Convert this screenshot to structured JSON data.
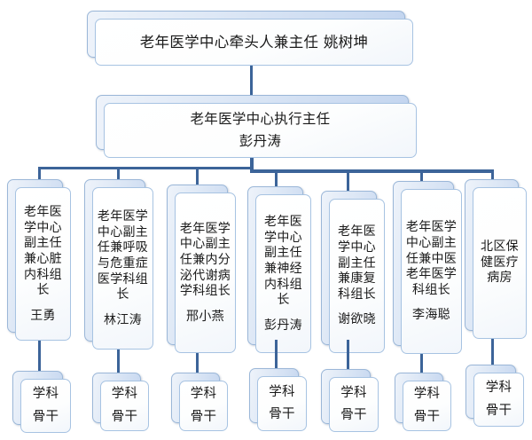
{
  "chart": {
    "kind": "organization-chart",
    "background_color": "#ffffff",
    "connector_color": "#3c6499",
    "box_border_color": "#a7c3e2",
    "box_plate_color": "#dbe6f5",
    "levels": [
      {
        "level": 1,
        "nodes": [
          {
            "id": "n1",
            "title": "老年医学中心牵头人兼主任 姚树坤",
            "person": ""
          }
        ]
      },
      {
        "level": 2,
        "nodes": [
          {
            "id": "n2",
            "title": "老年医学中心执行主任",
            "person": "彭丹涛"
          }
        ]
      },
      {
        "level": 3,
        "nodes": [
          {
            "id": "d1",
            "title": "老年医学中心副主任兼心脏内科组长",
            "person": "王勇"
          },
          {
            "id": "d2",
            "title": "老年医学中心副主任兼呼吸与危重症医学科组长",
            "person": "林江涛"
          },
          {
            "id": "d3",
            "title": "老年医学中心副主任兼内分泌代谢病学科组长",
            "person": "邢小燕"
          },
          {
            "id": "d4",
            "title": "老年医学中心副主任兼神经内科组长",
            "person": "彭丹涛"
          },
          {
            "id": "d5",
            "title": "老年医学中心副主任兼康复科组长",
            "person": "谢欲晓"
          },
          {
            "id": "d6",
            "title": "老年医学中心副主任兼中医老年医学科组长",
            "person": "李海聪"
          },
          {
            "id": "d7",
            "title": "北区保健医疗病房",
            "person": ""
          }
        ]
      },
      {
        "level": 4,
        "nodes": [
          {
            "id": "s1",
            "title": "学科\n骨干"
          },
          {
            "id": "s2",
            "title": "学科\n骨干"
          },
          {
            "id": "s3",
            "title": "学科\n骨干"
          },
          {
            "id": "s4",
            "title": "学科\n骨干"
          },
          {
            "id": "s5",
            "title": "学科\n骨干"
          },
          {
            "id": "s6",
            "title": "学科\n骨干"
          },
          {
            "id": "s7",
            "title": "学科\n骨干"
          }
        ]
      }
    ]
  }
}
